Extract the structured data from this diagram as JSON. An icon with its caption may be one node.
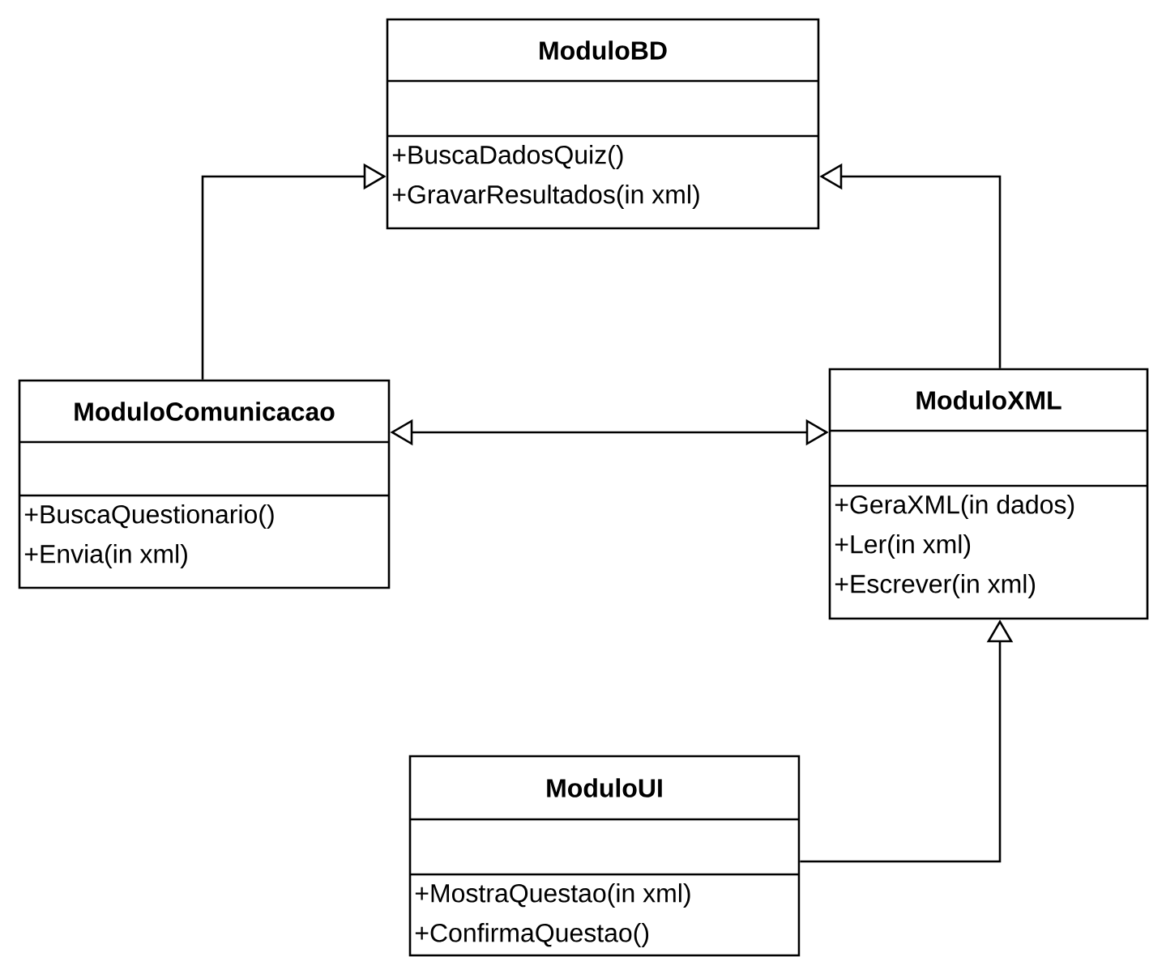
{
  "diagram": {
    "nodes": [
      {
        "text": [
          "ModuloBD",
          "+BuscaDadosQuiz()",
          "+GravarResultados(in xml)"
        ]
      },
      {
        "text": [
          "ModuloComunicacao",
          "+BuscaQuestionario()",
          "+Envia(in xml)"
        ]
      },
      {
        "text": [
          "ModuloXML",
          "+GeraXML(in dados)",
          "+Ler(in xml)",
          "+Escrever(in xml)"
        ]
      },
      {
        "text": [
          "ModuloUI",
          "+MostraQuestao(in xml)",
          "+ConfirmaQuestao()"
        ]
      }
    ],
    "edges": [
      {
        "from": 1,
        "to": 0,
        "arrow": "to"
      },
      {
        "from": 2,
        "to": 0,
        "arrow": "to"
      },
      {
        "from": 1,
        "to": 2,
        "arrow": "both"
      },
      {
        "from": 3,
        "to": 2,
        "arrow": "to"
      }
    ]
  }
}
